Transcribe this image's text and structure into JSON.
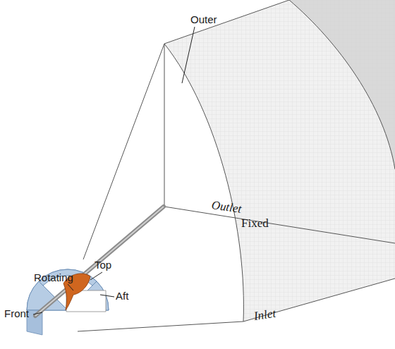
{
  "diagram": {
    "labels": [
      "Outer",
      "Outlet",
      "Fixed",
      "Inlet",
      "Rotating",
      "Top",
      "Front",
      "Aft"
    ]
  }
}
